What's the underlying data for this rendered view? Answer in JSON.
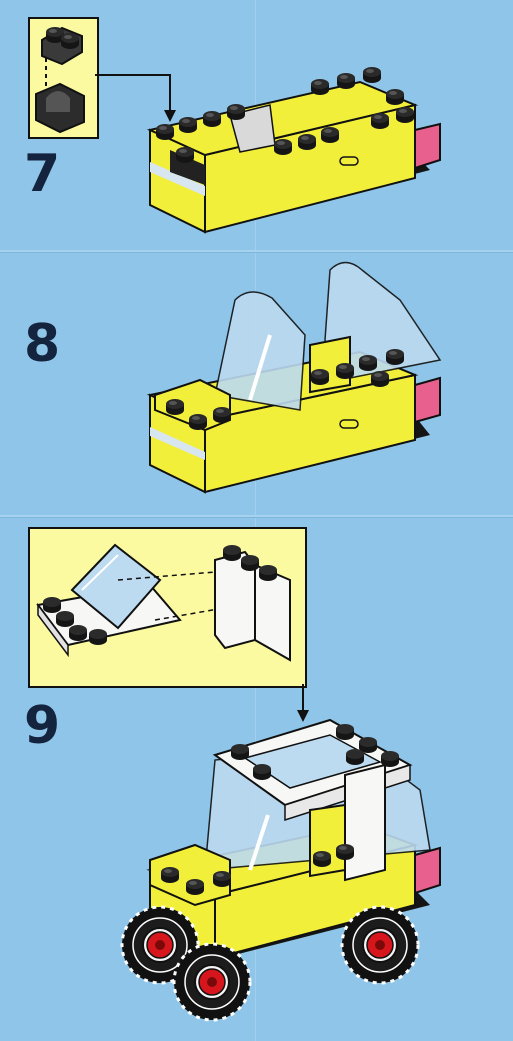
{
  "colors": {
    "background": "#8fc5e8",
    "callout": "#fbfaa0",
    "brick_yellow": "#f2ef3a",
    "brick_black": "#151515",
    "brick_white": "#f7f7f5",
    "glass": "#bcdaf0",
    "tail_light": "#e8608e",
    "hub_red": "#d6161c"
  },
  "steps": [
    {
      "number": "7"
    },
    {
      "number": "8"
    },
    {
      "number": "9"
    }
  ]
}
